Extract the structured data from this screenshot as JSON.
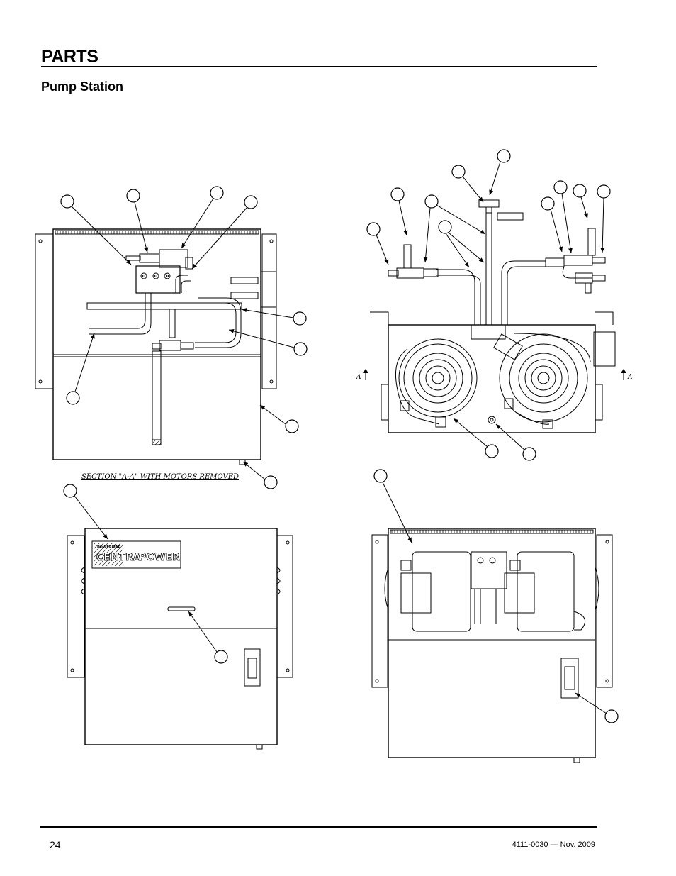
{
  "header": {
    "section_title": "PARTS",
    "subtitle": "Pump Station"
  },
  "drawing": {
    "section_caption": "SECTION \"A-A\" WITH MOTORS REMOVED",
    "section_marker_left": "A",
    "section_marker_right": "A",
    "nameplate": {
      "brand_top": "POWERMAP",
      "brand_main_left": "CENTRA",
      "brand_main_right": "POWER"
    }
  },
  "footer": {
    "page_number": "24",
    "doc_reference": "4111-0030 — Nov. 2009"
  }
}
